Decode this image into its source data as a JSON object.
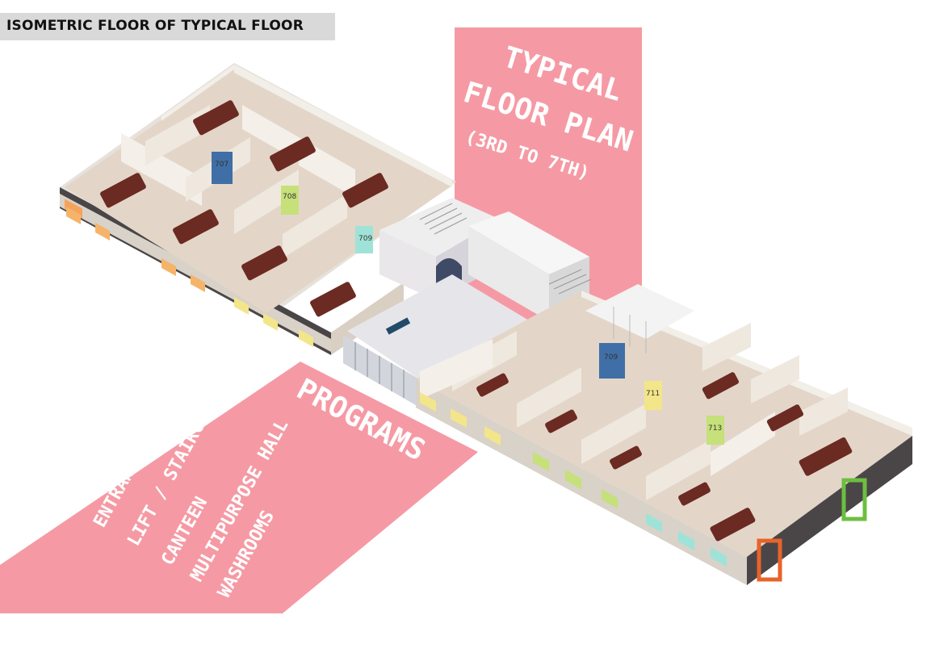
{
  "header": {
    "title": "ISOMETRIC FLOOR OF TYPICAL FLOOR"
  },
  "colors": {
    "pink": "#f59aa4",
    "wall": "#f2eee8",
    "floor": "#e3d6c8",
    "dark_wall": "#4a4648",
    "desk": "#6b2a22",
    "blue_door": "#3f6fa6",
    "green_door": "#6cbf3f",
    "orange_door": "#e8632a"
  },
  "banner_plan": {
    "line1": "TYPICAL",
    "line2": "FLOOR PLAN",
    "line3": "(3RD TO 7TH)"
  },
  "banner_programs": {
    "title": "PROGRAMS",
    "items": [
      "ENTRANCE LOBBY",
      "LIFT / STAIRCASE",
      "CANTEEN",
      "MULTIPURPOSE HALL",
      "WASHROOMS"
    ]
  },
  "room_labels": [
    "707",
    "708",
    "709",
    "709",
    "711",
    "713"
  ]
}
